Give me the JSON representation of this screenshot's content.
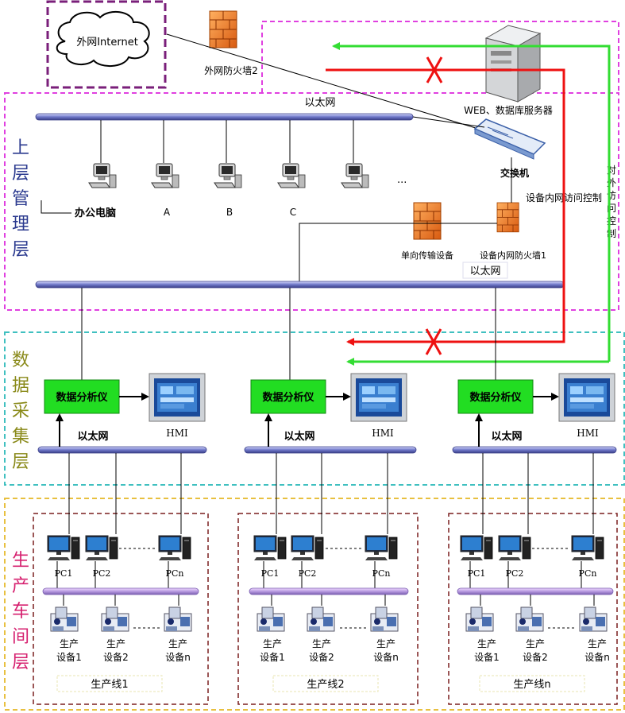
{
  "internet": {
    "label": "外网Internet"
  },
  "firewall_outer": {
    "label": "外网防火墙2"
  },
  "server": {
    "label": "WEB、数据库服务器"
  },
  "switch": {
    "label": "交换机"
  },
  "ethernet_top": {
    "label": "以太网"
  },
  "ethernet_mid": {
    "label": "以太网"
  },
  "office": {
    "label": "办公电脑",
    "pcs": [
      "A",
      "B",
      "C"
    ],
    "more": "..."
  },
  "oneway": {
    "label": "单向传输设备"
  },
  "firewall_inner": {
    "label": "设备内网防火墙1"
  },
  "inner_access": {
    "label": "设备内网访问控制"
  },
  "outer_access": {
    "chars": [
      "对",
      "外",
      "访",
      "问",
      "控",
      "制"
    ]
  },
  "layers": {
    "top": {
      "chars": [
        "上",
        "层",
        "管",
        "理",
        "层"
      ],
      "color": "#2b3a8f"
    },
    "data": {
      "chars": [
        "数",
        "据",
        "采",
        "集",
        "层"
      ],
      "color": "#8a8a1a"
    },
    "prod": {
      "chars": [
        "生",
        "产",
        "车",
        "间",
        "层"
      ],
      "color": "#d6206f"
    }
  },
  "groups": [
    {
      "analyzer": "数据分析仪",
      "hmi": "HMI",
      "ethernet": "以太网",
      "pcs": [
        "PC1",
        "PC2",
        "PCn"
      ],
      "devices": [
        {
          "l1": "生产",
          "l2": "设备1"
        },
        {
          "l1": "生产",
          "l2": "设备2"
        },
        {
          "l1": "生产",
          "l2": "设备n"
        }
      ],
      "line": "生产线1"
    },
    {
      "analyzer": "数据分析仪",
      "hmi": "HMI",
      "ethernet": "以太网",
      "pcs": [
        "PC1",
        "PC2",
        "PCn"
      ],
      "devices": [
        {
          "l1": "生产",
          "l2": "设备1"
        },
        {
          "l1": "生产",
          "l2": "设备2"
        },
        {
          "l1": "生产",
          "l2": "设备n"
        }
      ],
      "line": "生产线2"
    },
    {
      "analyzer": "数据分析仪",
      "hmi": "HMI",
      "ethernet": "以太网",
      "pcs": [
        "PC1",
        "PC2",
        "PCn"
      ],
      "devices": [
        {
          "l1": "生产",
          "l2": "设备1"
        },
        {
          "l1": "生产",
          "l2": "设备2"
        },
        {
          "l1": "生产",
          "l2": "设备n"
        }
      ],
      "line": "生产线n"
    }
  ],
  "colors": {
    "internet_border": "#7a1f7a",
    "top_border": "#e040e0",
    "data_border": "#40c0c0",
    "prod_border": "#e8c040",
    "line_border": "#7a1f1f",
    "analyzer_fill": "#22dd22",
    "green_arrow": "#33dd33",
    "red_arrow": "#ee1111",
    "bus": "#8888cc"
  }
}
